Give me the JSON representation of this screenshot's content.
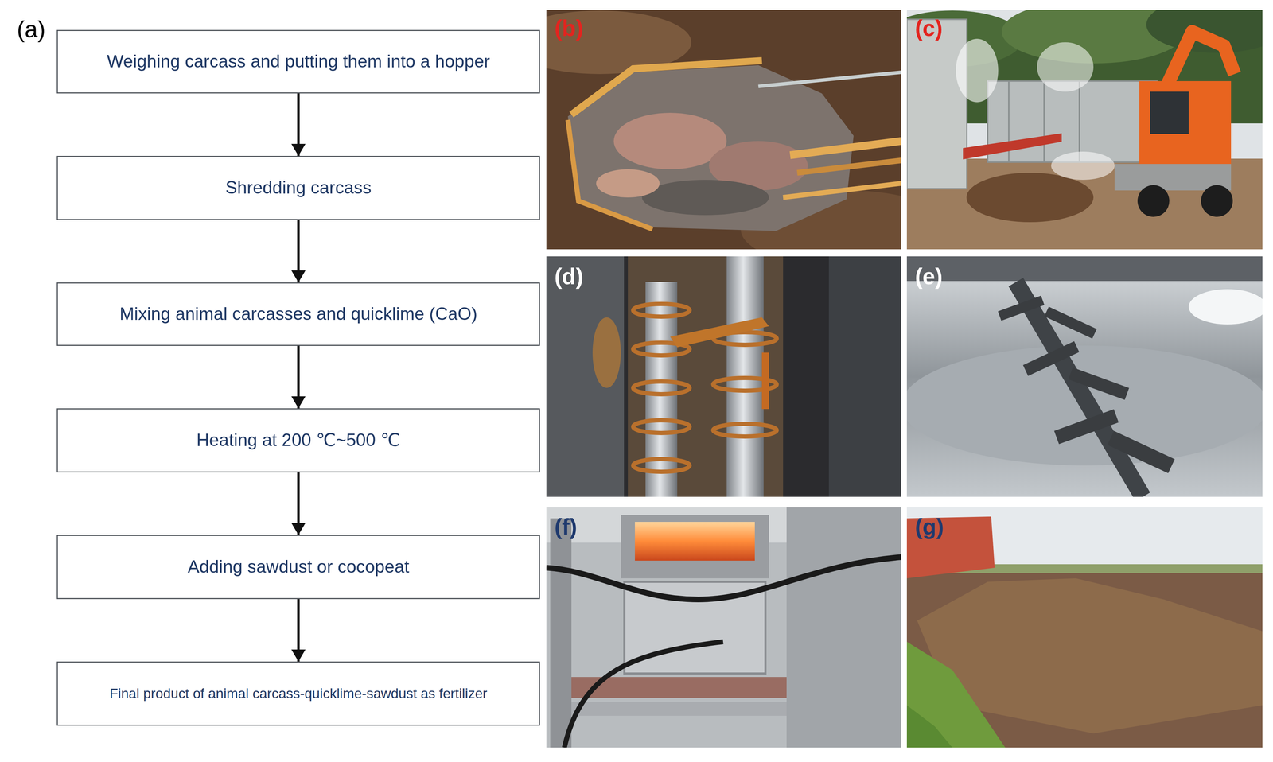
{
  "diagram": {
    "nodes": [
      {
        "text": [
          "Weighing carcass and putting them into a hopper"
        ]
      },
      {
        "text": [
          "Shredding carcass"
        ]
      },
      {
        "text": [
          "Mixing animal carcasses and quicklime (CaO)"
        ]
      },
      {
        "text": [
          "Heating at 200 ℃~500 ℃"
        ]
      },
      {
        "text": [
          "Adding sawdust or cocopeat"
        ]
      },
      {
        "text": [
          "Final product of animal carcass-quicklime-sawdust as fertilizer"
        ]
      }
    ],
    "edges": [
      {
        "from": 0,
        "to": 1,
        "arrow": "to"
      },
      {
        "from": 1,
        "to": 2,
        "arrow": "to"
      },
      {
        "from": 2,
        "to": 3,
        "arrow": "to"
      },
      {
        "from": 3,
        "to": 4,
        "arrow": "to"
      },
      {
        "from": 4,
        "to": 5,
        "arrow": "to"
      }
    ],
    "labels": [
      "(a)",
      "(b)",
      "(c)",
      "(d)",
      "(e)",
      "(f)",
      "(g)"
    ]
  }
}
